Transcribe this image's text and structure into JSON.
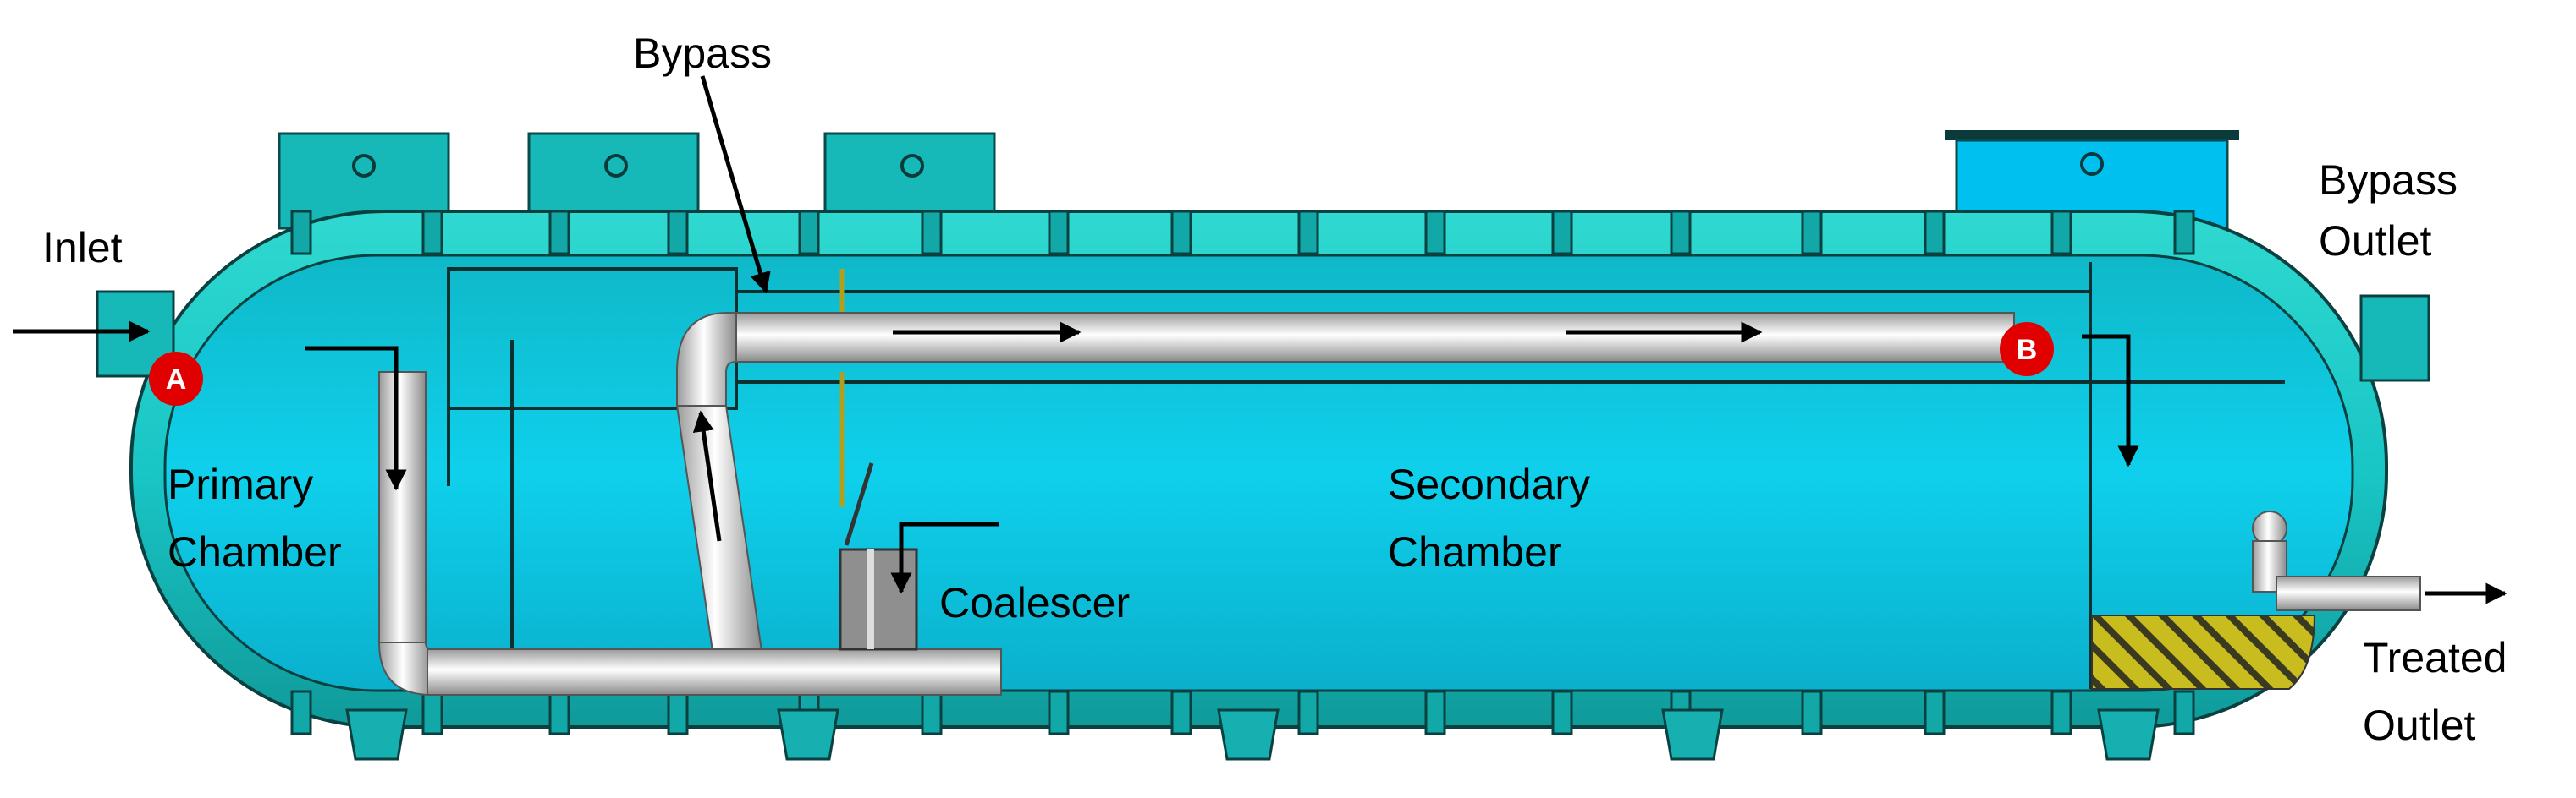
{
  "labels": {
    "inlet": "Inlet",
    "bypass": "Bypass",
    "bypass_outlet_line1": "Bypass",
    "bypass_outlet_line2": "Outlet",
    "primary_line1": "Primary",
    "primary_line2": "Chamber",
    "secondary_line1": "Secondary",
    "secondary_line2": "Chamber",
    "coalescer": "Coalescer",
    "treated_line1": "Treated",
    "treated_line2": "Outlet"
  },
  "markers": {
    "a": "A",
    "b": "B"
  },
  "colors": {
    "tank": "#18c9c9",
    "tank_inner": "#10d2e8",
    "pipe": "#d8d8d8",
    "sump": "#c0b41c",
    "marker": "#e00000"
  }
}
